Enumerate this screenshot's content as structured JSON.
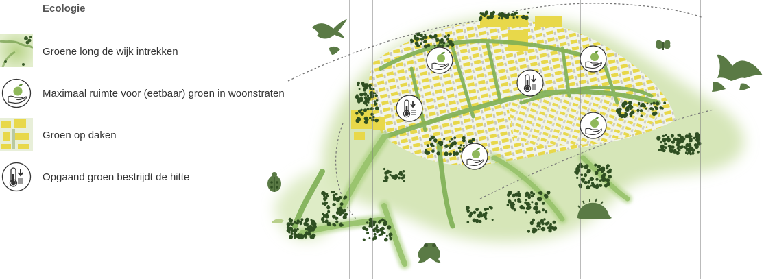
{
  "legend": {
    "title": "Ecologie",
    "items": [
      {
        "label": "Groene long de wijk intrekken",
        "icon": "green-lung-swatch"
      },
      {
        "label": "Maximaal ruimte voor (eetbaar) groen in woonstraten",
        "icon": "hand-apple-icon"
      },
      {
        "label": "Groen op daken",
        "icon": "green-roof-swatch"
      },
      {
        "label": "Opgaand groen bestrijdt de hitte",
        "icon": "thermometer-icon"
      }
    ]
  },
  "colors": {
    "green_light": "#c7dc9e",
    "green_mid": "#8fb85a",
    "green_dark": "#3f6a2a",
    "tree_dark": "#2f4f22",
    "roof_yellow": "#e8d84a",
    "animal_green": "#5a7a45",
    "line_gray": "#777777"
  },
  "map": {
    "icons": [
      "hand-apple-icon",
      "thermometer-icon",
      "bird-icon",
      "butterfly-icon",
      "bat-icon",
      "beetle-icon",
      "hedgehog-icon",
      "frog-icon"
    ]
  }
}
